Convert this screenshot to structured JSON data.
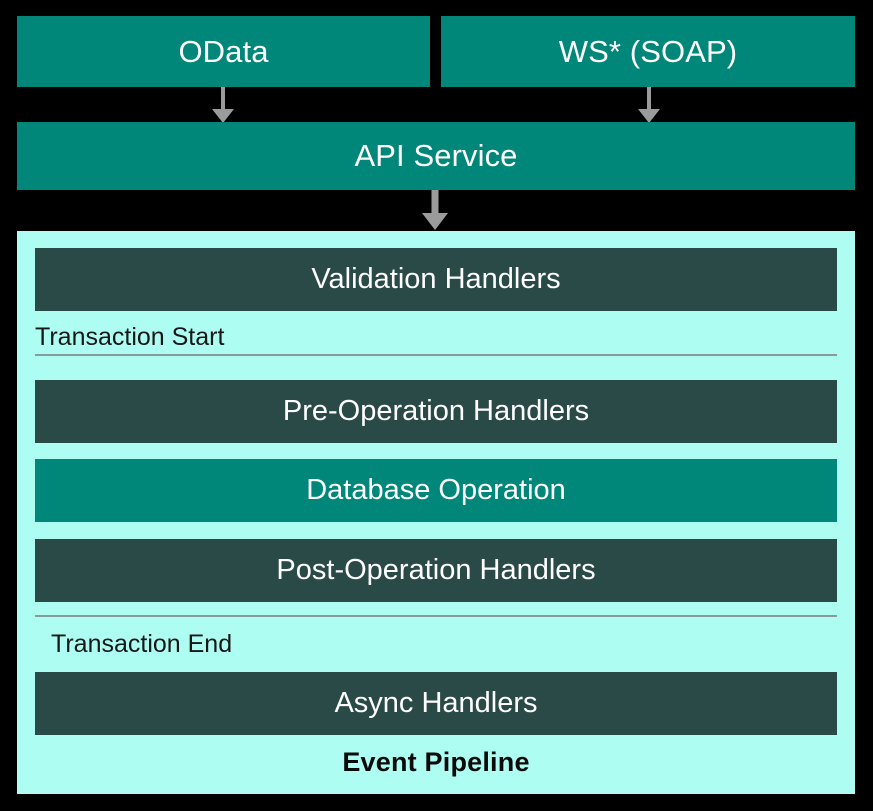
{
  "diagram": {
    "title": "Event Pipeline",
    "colors": {
      "background": "#000000",
      "teal": "#00877a",
      "dark_slate": "#2a4a47",
      "cyan_panel": "#aefdf2",
      "arrow_gray": "#9b9b9b",
      "rule_gray": "#8a9a98",
      "box_text": "#ffffff",
      "panel_text": "#171717"
    }
  },
  "endpoints": [
    {
      "id": "odata",
      "label": "OData"
    },
    {
      "id": "ws_soap",
      "label": "WS* (SOAP)"
    }
  ],
  "service": {
    "label": "API Service"
  },
  "arrows": [
    {
      "id": "odata-to-api",
      "from": "OData",
      "to": "API Service",
      "direction": "down",
      "icon": "down-arrow-icon"
    },
    {
      "id": "ws-to-api",
      "from": "WS* (SOAP)",
      "to": "API Service",
      "direction": "down",
      "icon": "down-arrow-icon"
    },
    {
      "id": "api-to-pipeline",
      "from": "API Service",
      "to": "Event Pipeline",
      "direction": "down",
      "icon": "down-arrow-icon"
    }
  ],
  "pipeline": {
    "caption": "Event Pipeline",
    "stages": [
      {
        "id": "validation",
        "label": "Validation Handlers",
        "style": "dark"
      },
      {
        "id": "pre_operation",
        "label": "Pre-Operation Handlers",
        "style": "dark"
      },
      {
        "id": "database_operation",
        "label": "Database Operation",
        "style": "teal"
      },
      {
        "id": "post_operation",
        "label": "Post-Operation Handlers",
        "style": "dark"
      },
      {
        "id": "async",
        "label": "Async Handlers",
        "style": "dark"
      }
    ],
    "transaction_markers": [
      {
        "id": "transaction_start",
        "label": "Transaction Start"
      },
      {
        "id": "transaction_end",
        "label": "Transaction End"
      }
    ]
  }
}
